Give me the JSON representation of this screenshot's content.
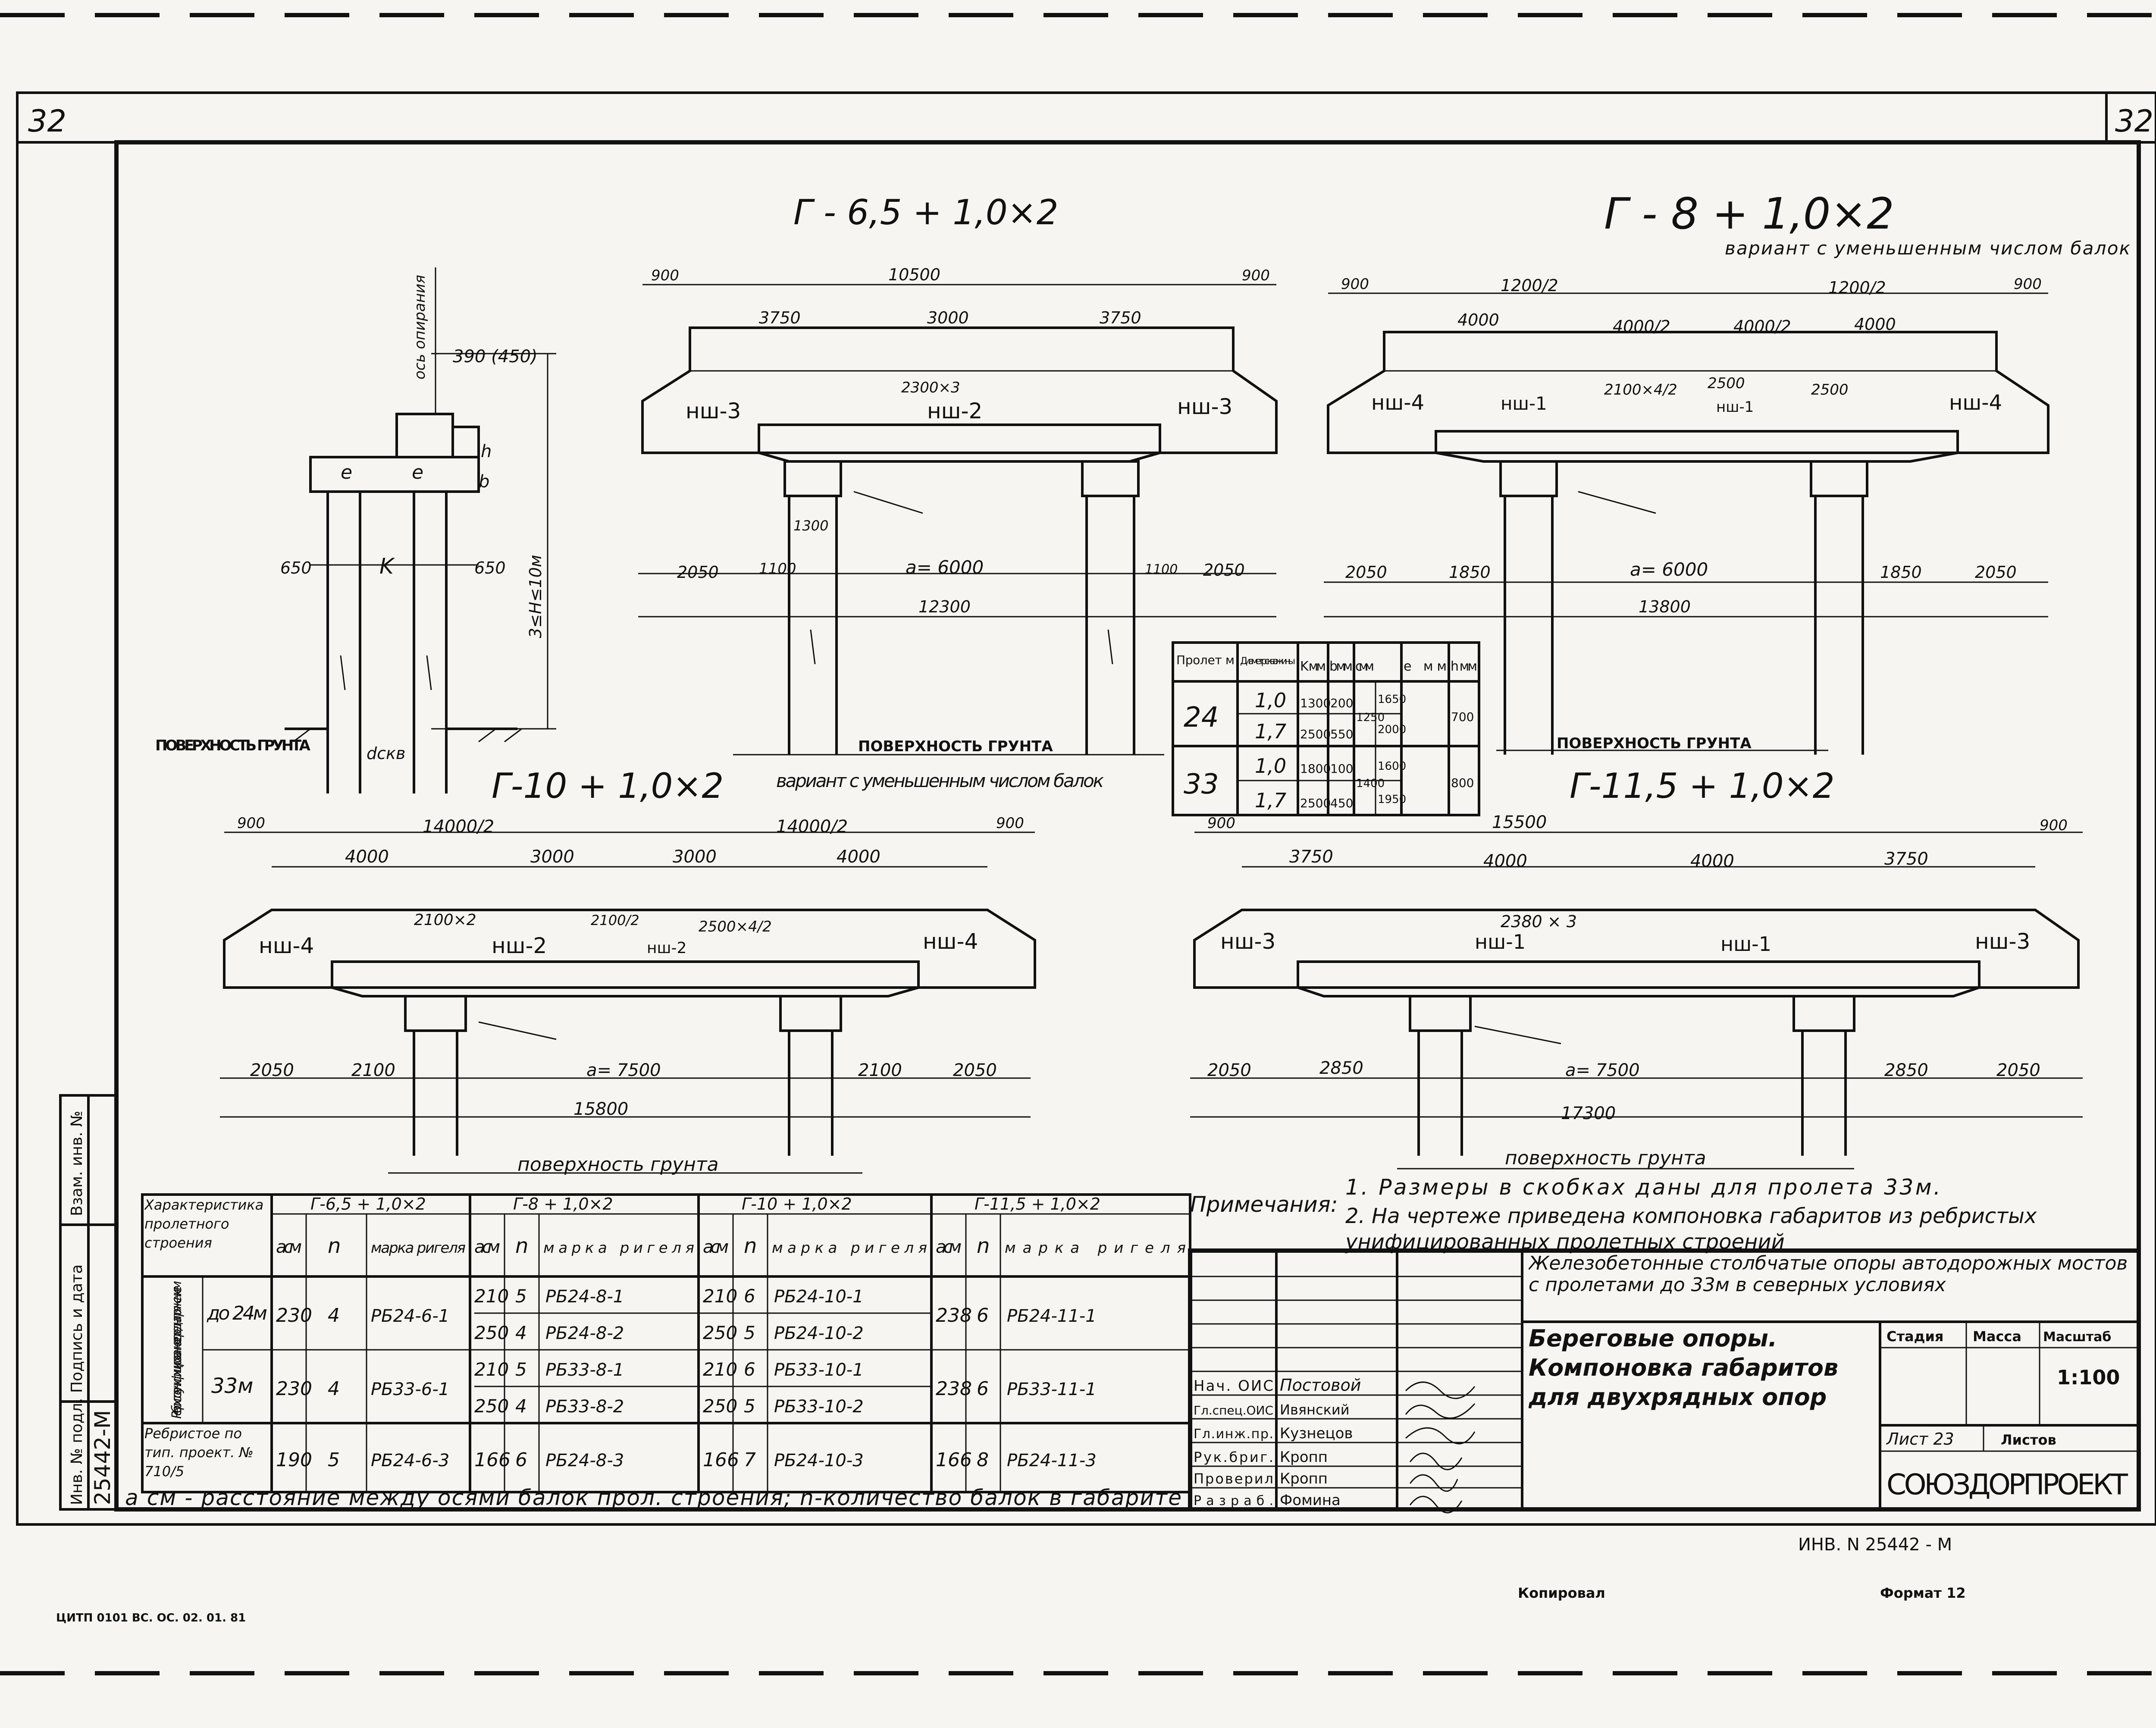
{
  "sheet": {
    "number_left": "32",
    "number_right": "32",
    "inv_number": "ИНВ. N 25442 - М",
    "copied": "Копировал",
    "format": "Формат 12",
    "print_code": "ЦИТП 0101 ВС. ОС. 02. 01. 81",
    "side_stamp": {
      "vzam": "Взам. инв. №",
      "podpis": "Подпись и дата",
      "inv_podl": "Инв. № подл.",
      "inv_value": "25442-М"
    }
  },
  "pier_detail": {
    "axis_label": "ось опирания",
    "dim_top": "390 (450)",
    "label_h": "h",
    "label_b": "b",
    "label_e1": "e",
    "label_e2": "e",
    "label_k": "K",
    "dim_650_left": "650",
    "dim_650_right": "650",
    "height_label": "3≤H≤10м",
    "dskv": "dскв",
    "ground": "ПОВЕРХНОСТЬ ГРУНТА"
  },
  "section_g65": {
    "title": "Г - 6,5 + 1,0×2",
    "d900l": "900",
    "d10500": "10500",
    "d900r": "900",
    "d3750l": "3750",
    "d3000": "3000",
    "d3750r": "3750",
    "d2300x3": "2300×3",
    "nsh3l": "нш-3",
    "nsh2": "нш-2",
    "nsh3r": "нш-3",
    "d1300": "1300",
    "d2050l": "2050",
    "d1100l": "1100",
    "a6000": "a= 6000",
    "d1100r": "1100",
    "d2050r": "2050",
    "d12300": "12300",
    "ground": "ПОВЕРХНОСТЬ ГРУНТА"
  },
  "section_g8": {
    "title": "Г - 8  + 1,0×2",
    "subtitle": "вариант с уменьшенным числом балок",
    "d900l": "900",
    "d1200l": "1200/2",
    "d1200r": "1200/2",
    "d900r": "900",
    "d4000a": "4000",
    "d4000b": "4000/2",
    "d4000c": "4000/2",
    "d4000d": "4000",
    "d2100x4": "2100×4/2",
    "d2500a": "2500",
    "d2500b": "2500",
    "nsh4l": "нш-4",
    "nsh1": "нш-1",
    "nsh1b": "нш-1",
    "nsh4r": "нш-4",
    "d2050l": "2050",
    "d1850l": "1850",
    "a6000": "a= 6000",
    "d1850r": "1850",
    "d2050r": "2050",
    "d13800": "13800",
    "ground": "ПОВЕРХНОСТЬ ГРУНТА"
  },
  "pile_table": {
    "headers": [
      "Пролет м",
      "Диаметр скважины",
      "K мм",
      "b мм",
      "c мм",
      "e мм",
      "h мм"
    ],
    "rows": [
      {
        "span": "24",
        "d1": "1,0",
        "k1": "1300",
        "b1": "200",
        "c": "1250",
        "e1": "1650",
        "h": "700",
        "d2": "1,7",
        "k2": "2500",
        "b2": "550",
        "e2": "2000"
      },
      {
        "span": "33",
        "d1": "1,0",
        "k1": "1800",
        "b1": "100",
        "c": "1400",
        "e1": "1600",
        "h": "800",
        "d2": "1,7",
        "k2": "2500",
        "b2": "450",
        "e2": "1950"
      }
    ]
  },
  "section_g10": {
    "title": "Г-10  +  1,0×2",
    "subtitle": "вариант с уменьшенным числом балок",
    "d900l": "900",
    "d14000l": "14000/2",
    "d14000r": "14000/2",
    "d900r": "900",
    "d4000l": "4000",
    "d3000a": "3000",
    "d3000b": "3000",
    "d4000r": "4000",
    "d2100x2": "2100×2",
    "d2100": "2100/2",
    "d2500x4": "2500×4/2",
    "nsh4l": "нш-4",
    "nsh2a": "нш-2",
    "nsh2b": "нш-2",
    "nsh4r": "нш-4",
    "d2050l": "2050",
    "d2100l": "2100",
    "a7500": "a= 7500",
    "d2100r": "2100",
    "d2050r": "2050",
    "d15800": "15800",
    "ground": "поверхность грунта"
  },
  "section_g115": {
    "title": "Г-11,5 + 1,0×2",
    "d900l": "900",
    "d15500": "15500",
    "d900r": "900",
    "d3750l": "3750",
    "d4000a": "4000",
    "d4000b": "4000",
    "d3750r": "3750",
    "d2380x3": "2380 × 3",
    "nsh3l": "нш-3",
    "nsh1a": "нш-1",
    "nsh1b": "нш-1",
    "nsh3r": "нш-3",
    "d2050l": "2050",
    "d2850l": "2850",
    "a7500": "a= 7500",
    "d2850r": "2850",
    "d2050r": "2050",
    "d17300": "17300",
    "ground": "поверхность грунта"
  },
  "notes": {
    "label": "Примечания:",
    "n1": "1. Размеры в скобках даны для пролета 33м.",
    "n2": "2. На чертеже приведена компоновка габаритов из ребристых унифицированных пролетных строений"
  },
  "beam_table": {
    "char_header": "Характеристика пролетного строения",
    "groups": [
      "Г-6,5 + 1,0×2",
      "Г-8 + 1,0×2",
      "Г-10 + 1,0×2",
      "Г-11,5 + 1,0×2"
    ],
    "sub_a": "a см",
    "sub_n": "n",
    "sub_m": "марка ригеля",
    "rib_label": "Ребристое унифицированное с преднапряжением",
    "span24": "до 24м",
    "span33": "33м",
    "typ_label": "Ребристое по тип. проект. № 710/5",
    "r24": {
      "a1": "230",
      "n1": "4",
      "m1": "РБ24-6-1",
      "a2a": "210",
      "n2a": "5",
      "m2a": "РБ24-8-1",
      "a2b": "250",
      "n2b": "4",
      "m2b": "РБ24-8-2",
      "a3a": "210",
      "n3a": "6",
      "m3a": "РБ24-10-1",
      "a3b": "250",
      "n3b": "5",
      "m3b": "РБ24-10-2",
      "a4": "238",
      "n4": "6",
      "m4": "РБ24-11-1"
    },
    "r33": {
      "a1": "230",
      "n1": "4",
      "m1": "РБ33-6-1",
      "a2a": "210",
      "n2a": "5",
      "m2a": "РБ33-8-1",
      "a2b": "250",
      "n2b": "4",
      "m2b": "РБ33-8-2",
      "a3a": "210",
      "n3a": "6",
      "m3a": "РБ33-10-1",
      "a3b": "250",
      "n3b": "5",
      "m3b": "РБ33-10-2",
      "a4": "238",
      "n4": "6",
      "m4": "РБ33-11-1"
    },
    "rt": {
      "a1": "190",
      "n1": "5",
      "m1": "РБ24-6-3",
      "a2": "166",
      "n2": "6",
      "m2": "РБ24-8-3",
      "a3": "166",
      "n3": "7",
      "m3": "РБ24-10-3",
      "a4": "166",
      "n4": "8",
      "m4": "РБ24-11-3"
    },
    "footnote": "a см - расстояние между осями балок прол. строения; n-количество балок в габарите"
  },
  "title_block": {
    "project": "Железобетонные столбчатые опоры автодорожных мостов с пролетами до 33м в северных условиях",
    "drawing": "Береговые опоры. Компоновка габаритов для двухрядных опор",
    "stage": "Стадия",
    "mass": "Масса",
    "scale_label": "Масштаб",
    "scale": "1:100",
    "sheet": "Лист 23",
    "sheets": "Листов",
    "org": "СОЮЗДОРПРОЕКТ",
    "people": [
      {
        "role": "Нач. ОИС",
        "name": "Постовой"
      },
      {
        "role": "Гл.спец.ОИС",
        "name": "Ивянский"
      },
      {
        "role": "Гл.инж.пр.",
        "name": "Кузнецов"
      },
      {
        "role": "Рук.бриг.",
        "name": "Кропп"
      },
      {
        "role": "Проверил",
        "name": "Кропп"
      },
      {
        "role": "Разраб.",
        "name": "Фомина"
      }
    ]
  }
}
